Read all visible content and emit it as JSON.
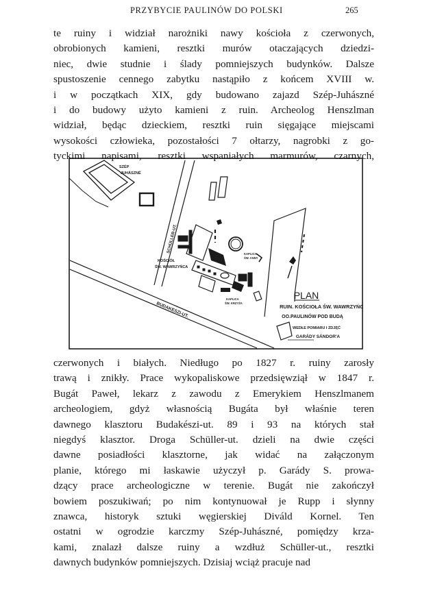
{
  "header": {
    "running_title": "PRZYBYCIE PAULINÓW DO POLSKI",
    "page_number": "265"
  },
  "paragraph_top": {
    "lines": [
      "te ruiny i widział narożniki nawy kościoła z czerwonych,",
      "obrobionych kamieni, resztki murów otaczających dziedzi-",
      "niec, dwie studnie i ślady pomniejszych budynków. Dalsze",
      "spustoszenie cennego zabytku nastąpiło z końcem XVIII w.",
      "i w początkach XIX, gdy budowano zajazd Szép-Juhászné",
      "i do budowy użyto kamieni z ruin. Archeolog Henszlman",
      "widział, będąc dzieckiem, resztki ruin sięgające miejscami",
      "wysokości człowieka, pozostałości 7 ołtarzy, nagrobki z go-",
      "tyckimi napisami, resztki wspaniałych marmurów, czarnych,"
    ]
  },
  "figure": {
    "label_szep": [
      "SZÉP",
      "JUHÁSZNÉ"
    ],
    "label_street_schuller": "SCHÜLLER-UT.",
    "label_street_budakeszi": "BUDAKESZI-UT.",
    "label_kosciol": [
      "KOŚCIÓŁ",
      "ŚW. WAWRZYŃCA"
    ],
    "label_kaplica_1": [
      "KAPLICA",
      "ŚW. ANNY"
    ],
    "label_kaplica_2": [
      "KAPLICA",
      "ŚW. KRZYŻA"
    ],
    "legend": {
      "title": "PLAN",
      "lines": [
        "RUIN. KOŚCIOŁA ŚW. WAWRZYŃCA",
        "OO.PAULINÓW POD BUDĄ",
        "WEDŁE POMIARU I ZDJĘĆ"
      ],
      "signature": "GARÁDY  SÁNDOR'A"
    }
  },
  "paragraph_bottom": {
    "lines": [
      "czerwonych i białych. Niedługo po 1827 r. ruiny zarosły",
      "trawą i znikły. Prace wykopaliskowe przedsięwziął w 1847 r.",
      "Bugát Paweł, lekarz z zawodu z Emerykiem Henszlmanem",
      "archeologiem, gdyż własnością Bugáta był właśnie teren",
      "dawnego klasztoru Budakészi-ut. 89 i 93 na których stał",
      "niegdyś klasztor. Droga Schüller-ut. dzieli na dwie części",
      "dawne posiadłości klasztorne, jak widać na załączonym",
      "planie, którego mi łaskawie użyczył p. Garády S. prowa-",
      "dzący prace archeologiczne w terenie. Bugát nie zakończył",
      "bowiem poszukiwań; po nim kontynuował je Rupp i słynny",
      "znawca, historyk sztuki węgierskiej Diváld Kornel. Ten",
      "ostatni w ogrodzie karczmy Szép-Juhászné, pomiędzy krza-",
      "kami, znalazł dalsze ruiny a wzdłuż Schüller-ut., resztki",
      "dawnych budynków pomniejszych. Dzisiaj wciąż pracuje nad"
    ]
  }
}
